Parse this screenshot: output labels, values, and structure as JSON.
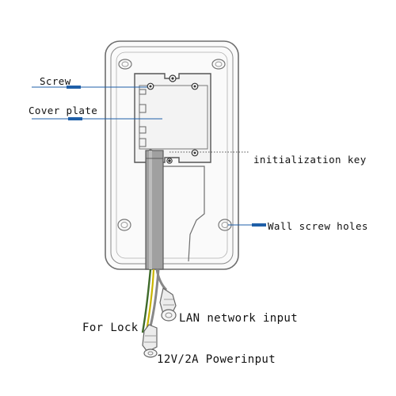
{
  "labels": {
    "screw": "Screw",
    "cover_plate": "Cover plate",
    "initialization_key": "initialization key",
    "wall_screw_holes": "Wall screw holes",
    "lan_network_input": "LAN network input",
    "for_lock": "For Lock",
    "power_input": "12V/2A Powerinput"
  },
  "colors": {
    "leader_line": "#1f5fa8",
    "dotted_line": "#555555",
    "device_outline": "#6e6e6e",
    "device_fill": "#fafafa",
    "cable_sheath": "#9a9a9a",
    "wire_green": "#3f6b2a",
    "wire_yellow": "#c9b400"
  }
}
